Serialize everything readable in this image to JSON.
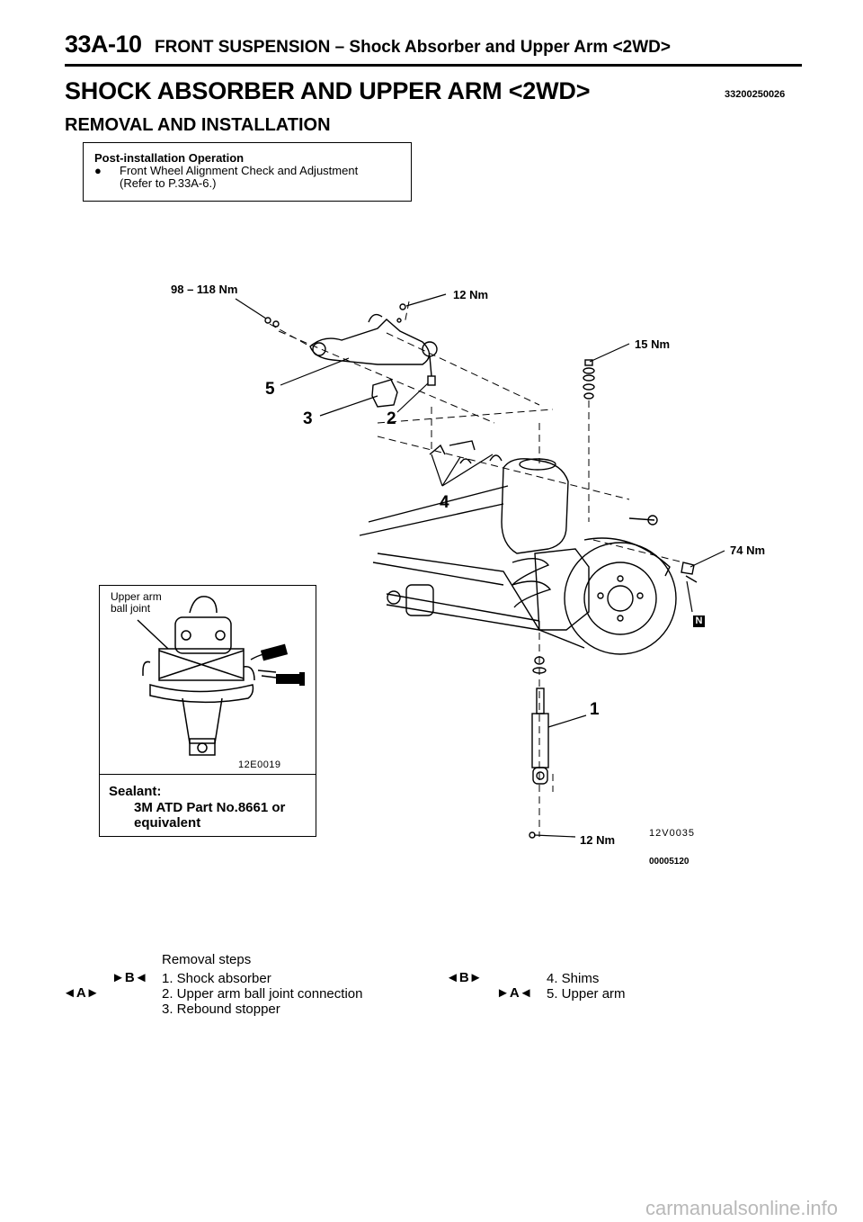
{
  "header": {
    "page_number": "33A-10",
    "running_title": "FRONT SUSPENSION – Shock Absorber and Upper Arm <2WD>"
  },
  "section": {
    "title": "SHOCK ABSORBER AND UPPER ARM <2WD>",
    "code": "33200250026",
    "subtitle": "REMOVAL AND INSTALLATION"
  },
  "post_installation": {
    "title": "Post-installation Operation",
    "bullet": "●",
    "item_line1": "Front Wheel Alignment Check and Adjustment",
    "item_line2": "(Refer to P.33A-6.)"
  },
  "diagram": {
    "torques": {
      "t1": "98 – 118 Nm",
      "t2": "12 Nm",
      "t3": "15 Nm",
      "t4": "74 Nm",
      "t5": "12 Nm"
    },
    "parts": {
      "p1": "1",
      "p2": "2",
      "p3": "3",
      "p4": "4",
      "p5": "5"
    },
    "n_badge": "N",
    "figure_code": "12V0035",
    "figure_id": "00005120"
  },
  "detail": {
    "label_line1": "Upper arm",
    "label_line2": "ball joint",
    "code": "12E0019",
    "sealant_title": "Sealant:",
    "sealant_line1": "3M ATD Part No.8661 or",
    "sealant_line2": "equivalent"
  },
  "removal_steps": {
    "title": "Removal steps",
    "left": [
      {
        "marker": "►B◄",
        "text": "1. Shock absorber"
      },
      {
        "marker": "◄A►",
        "text": "2. Upper arm ball joint connection"
      },
      {
        "marker": "",
        "text": "3. Rebound stopper"
      }
    ],
    "right": [
      {
        "marker": "◄B►",
        "text": "4. Shims"
      },
      {
        "marker": "►A◄",
        "text": "5. Upper arm"
      }
    ]
  },
  "watermark": "carmanualsonline.info"
}
